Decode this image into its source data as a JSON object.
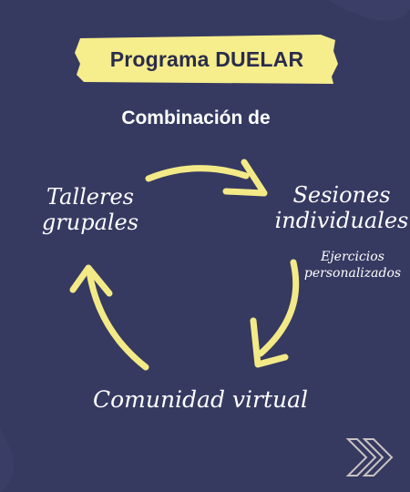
{
  "title": "Programa DUELAR",
  "subtitle": "Combinación de",
  "cycle": {
    "nodes": [
      {
        "label_line1": "Talleres",
        "label_line2": "grupales"
      },
      {
        "label_line1": "Sesiones",
        "label_line2": "individuales",
        "note_line1": "Ejercicios",
        "note_line2": "personalizados"
      },
      {
        "label": "Comunidad virtual"
      }
    ]
  },
  "colors": {
    "background": "#363a61",
    "highlight": "#f6ed8c",
    "arrow": "#f3ea87",
    "text": "#ffffff",
    "title_text": "#2a2c4c"
  },
  "icons": {
    "next": "double-chevron-right-icon"
  }
}
